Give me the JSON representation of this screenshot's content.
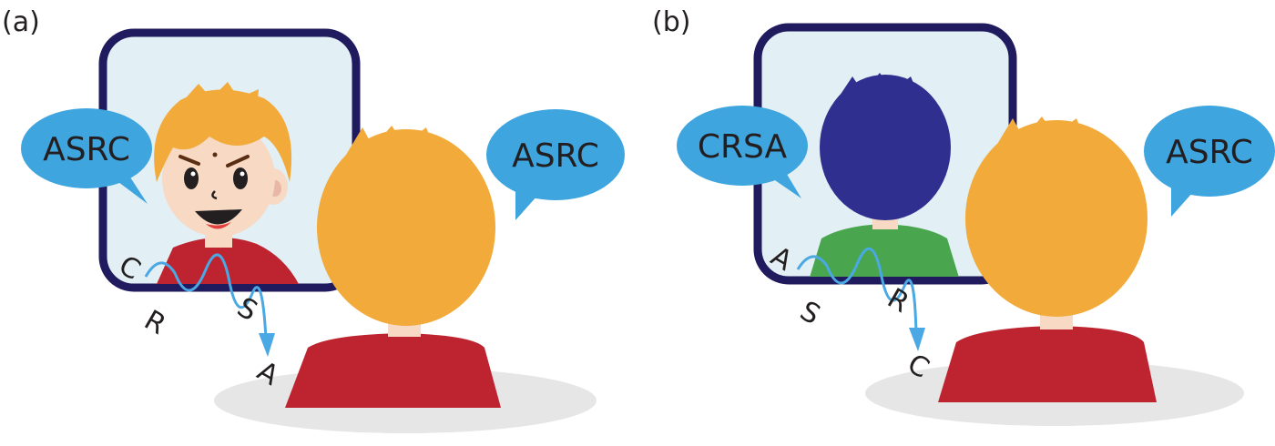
{
  "panels": [
    {
      "label": "(a)",
      "left_bubble": "ASRC",
      "right_bubble": "ASRC",
      "wave_letters": [
        "C",
        "R",
        "S",
        "A"
      ]
    },
    {
      "label": "(b)",
      "left_bubble": "CRSA",
      "right_bubble": "ASRC",
      "wave_letters": [
        "A",
        "S",
        "R",
        "C"
      ]
    }
  ],
  "colors": {
    "frame": "#1f1b5e",
    "screen": "#e2eff4",
    "bubble": "#3fa5df",
    "orange_hair": "#f2aa3a",
    "red_shirt": "#bd2430",
    "blue_hair": "#2e2f8f",
    "green_shirt": "#4aa54f",
    "skin": "#f7d9c4",
    "floor_shadow": "#e6e6e6",
    "wave": "#4aa8e4"
  },
  "icons": {
    "screen": "monitor-screen-icon",
    "person": "person-icon",
    "bubble": "speech-bubble-icon",
    "wave": "sound-wave-icon"
  }
}
